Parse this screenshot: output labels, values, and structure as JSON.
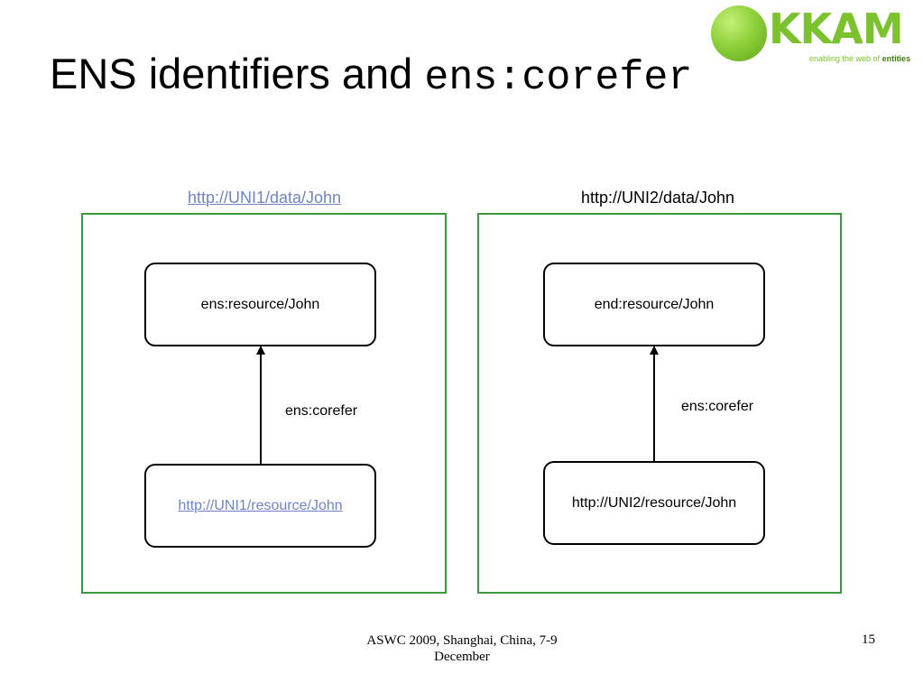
{
  "title": {
    "text": "ENS identifiers and ",
    "code": "ens:corefer"
  },
  "logo": {
    "name": "OKKAM",
    "wordmark": "KKAM",
    "tagline_prefix": "enabling the web of ",
    "tagline_emphasis": "entities",
    "colors": {
      "green": "#7cc22e",
      "dark_green": "#3f7f10"
    }
  },
  "diagram": {
    "box_color": "#3b9a3b",
    "link_color": "#6e84c7",
    "graphs": [
      {
        "label": "http://UNI1/data/John",
        "label_is_link": true,
        "top_node": "ens:resource/John",
        "bottom_node": "http://UNI1/resource/John",
        "bottom_node_is_link": true,
        "edge_label": "ens:corefer"
      },
      {
        "label": "http://UNI2/data/John",
        "label_is_link": false,
        "top_node": "end:resource/John",
        "bottom_node": "http://UNI2/resource/John",
        "bottom_node_is_link": false,
        "edge_label": "ens:corefer"
      }
    ]
  },
  "footer": {
    "event": "ASWC 2009, Shanghai, China, 7-9 December",
    "page": "15"
  }
}
